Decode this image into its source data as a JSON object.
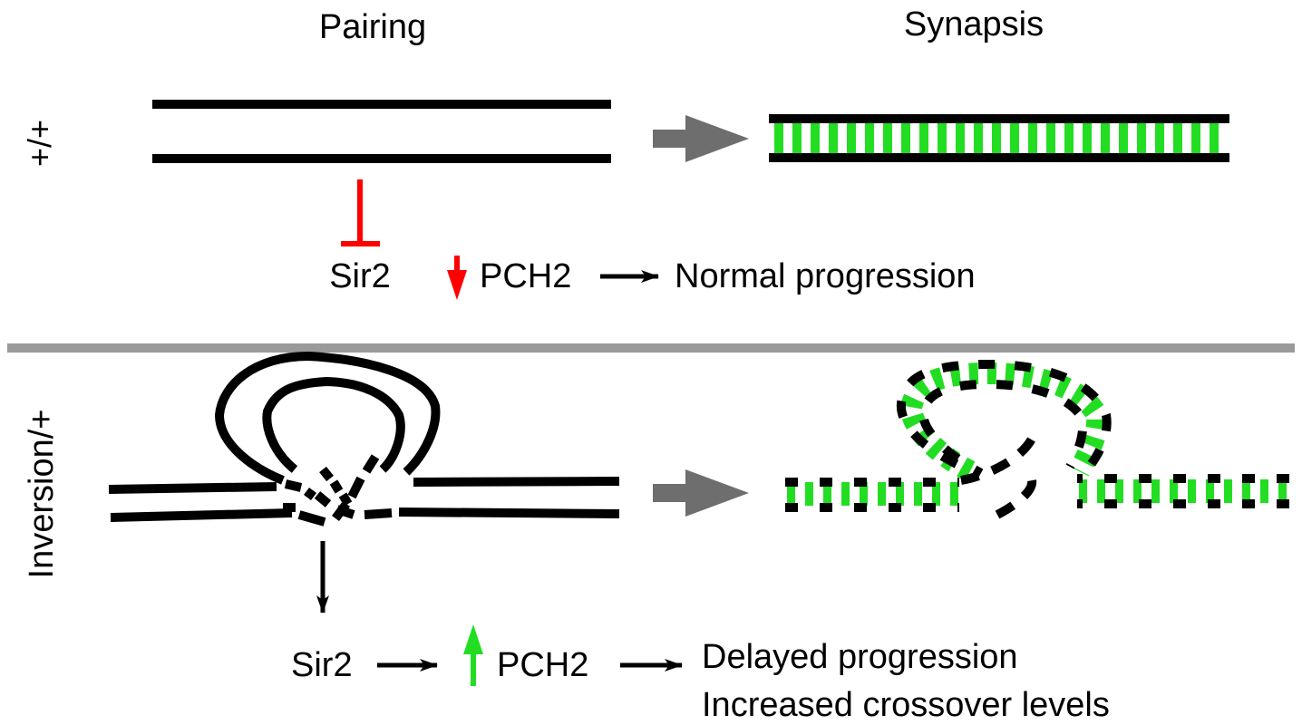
{
  "columns": {
    "pairing": "Pairing",
    "synapsis": "Synapsis"
  },
  "rows": {
    "wild_type": "+/+",
    "inversion": "Inversion/+"
  },
  "top_pathway": {
    "regulator": "Sir2",
    "target": "PCH2",
    "target_change": "down",
    "outcome": "Normal progression"
  },
  "bottom_pathway": {
    "regulator": "Sir2",
    "target": "PCH2",
    "target_change": "up",
    "outcome_line1": "Delayed progression",
    "outcome_line2": "Increased crossover levels"
  },
  "colors": {
    "chromosome": "#000000",
    "synaptonemal_complex": "#22dd22",
    "inhibition": "#ff0000",
    "decrease_arrow": "#ff0000",
    "increase_arrow": "#22dd22",
    "transition_arrow": "#6e6e6e",
    "divider": "#9a9a9a"
  }
}
